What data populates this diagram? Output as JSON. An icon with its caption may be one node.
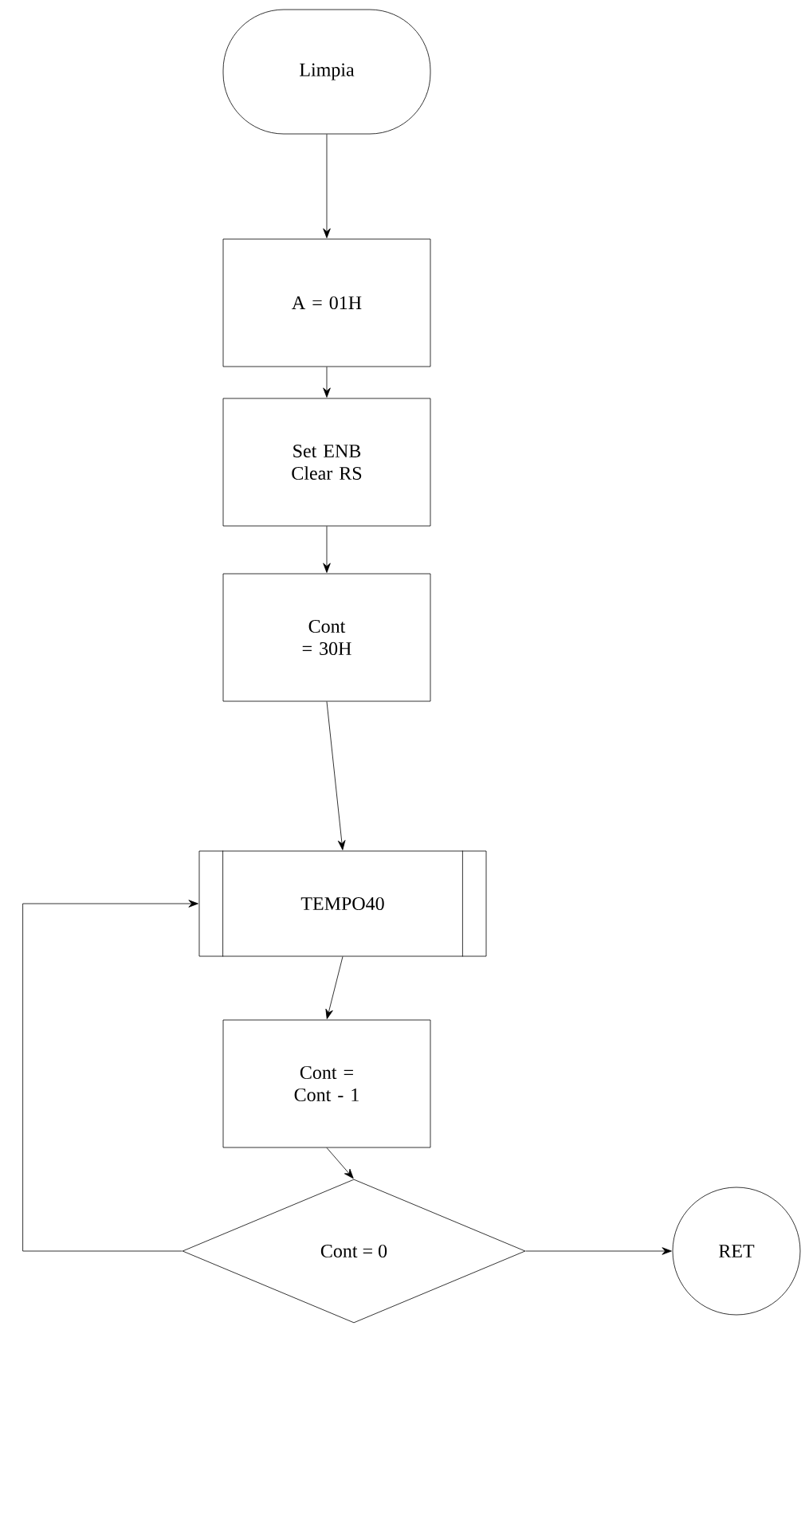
{
  "diagram": {
    "nodes": [
      {
        "text": [
          "Limpia"
        ]
      },
      {
        "text": [
          "A = 01H"
        ]
      },
      {
        "text": [
          "Set ENB Clear RS"
        ]
      },
      {
        "text": [
          "Cont = 30H"
        ]
      },
      {
        "text": [
          "TEMPO40"
        ]
      },
      {
        "text": [
          "Cont = Cont - 1"
        ]
      },
      {
        "text": [
          "Cont = 0"
        ]
      },
      {
        "text": [
          "RET"
        ]
      }
    ],
    "edges": [
      {
        "from": 0,
        "to": 1,
        "arrow": "to"
      },
      {
        "from": 1,
        "to": 2,
        "arrow": "to"
      },
      {
        "from": 2,
        "to": 3,
        "arrow": "to"
      },
      {
        "from": 3,
        "to": 4,
        "arrow": "to"
      },
      {
        "from": 4,
        "to": 5,
        "arrow": "to"
      },
      {
        "from": 5,
        "to": 6,
        "arrow": "to"
      },
      {
        "from": 6,
        "to": 4,
        "arrow": "to"
      },
      {
        "from": 6,
        "to": 7,
        "arrow": "to"
      }
    ]
  }
}
